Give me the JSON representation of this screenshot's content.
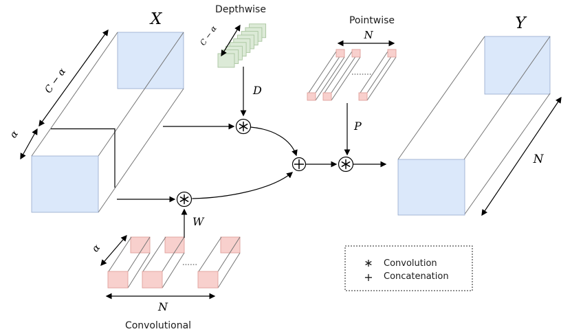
{
  "tensor_x": {
    "label": "X",
    "dim_c_alpha": "C − α",
    "dim_alpha": "α"
  },
  "depthwise": {
    "title": "Depthwise",
    "dim": "C − α",
    "operator_label": "D"
  },
  "pointwise": {
    "title": "Pointwise",
    "dim_n": "N",
    "operator_label": "P"
  },
  "convolutional": {
    "title": "Convolutional",
    "dim_alpha": "α",
    "dim_n": "N",
    "operator_label": "W"
  },
  "tensor_y": {
    "label": "Y",
    "dim_n": "N"
  },
  "legend": {
    "convolution_symbol": "∗",
    "convolution_label": "Convolution",
    "concatenation_symbol": "+",
    "concatenation_label": "Concatenation"
  },
  "colors": {
    "tensor_face": "#dbe8fa",
    "depthwise_filter_fill": "#dcead7",
    "depthwise_filter_stroke": "#a9c59f",
    "conv_filter_fill": "#f8d0cd",
    "conv_filter_stroke": "#df9f9b",
    "edge_gray": "#757575"
  }
}
